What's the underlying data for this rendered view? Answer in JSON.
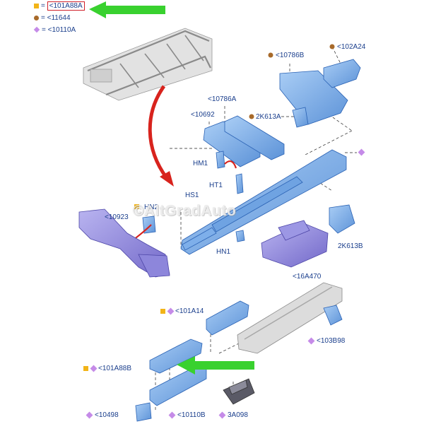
{
  "legend": [
    {
      "symbol": "square",
      "text": "= ",
      "part": "<101A88A",
      "highlighted": true
    },
    {
      "symbol": "circle",
      "text": "= <11644"
    },
    {
      "symbol": "diamond",
      "text": "= <10110A"
    }
  ],
  "colors": {
    "square": "#f2b418",
    "circle": "#a86a2a",
    "diamond": "#c58be8",
    "part_fill": "#8fb8ea",
    "part_stroke": "#2a62b4",
    "frame_fill": "#d6d6d6",
    "green_arrow": "#39d12f",
    "red_arrow": "#d8231d",
    "highlight_box": "#d0202a",
    "label": "#1a3e8c"
  },
  "labels": {
    "l10786B": "<10786B",
    "l102A24": "<102A24",
    "l10786A": "<10786A",
    "l10692": "<10692",
    "l2K613A": "2K613A",
    "lHM1": "HM1",
    "lHT1": "HT1",
    "lHS1": "HS1",
    "lHN2": "HN2",
    "l10923": "<10923",
    "lHN1": "HN1",
    "l2K613B": "2K613B",
    "l16A470": "<16A470",
    "l101A14": "<101A14",
    "l103B98": "<103B98",
    "l101A88B": "<101A88B",
    "l10498": "<10498",
    "l10110B": "<10110B",
    "l3A098": "3A098"
  },
  "watermark": "©AltGradAuto"
}
